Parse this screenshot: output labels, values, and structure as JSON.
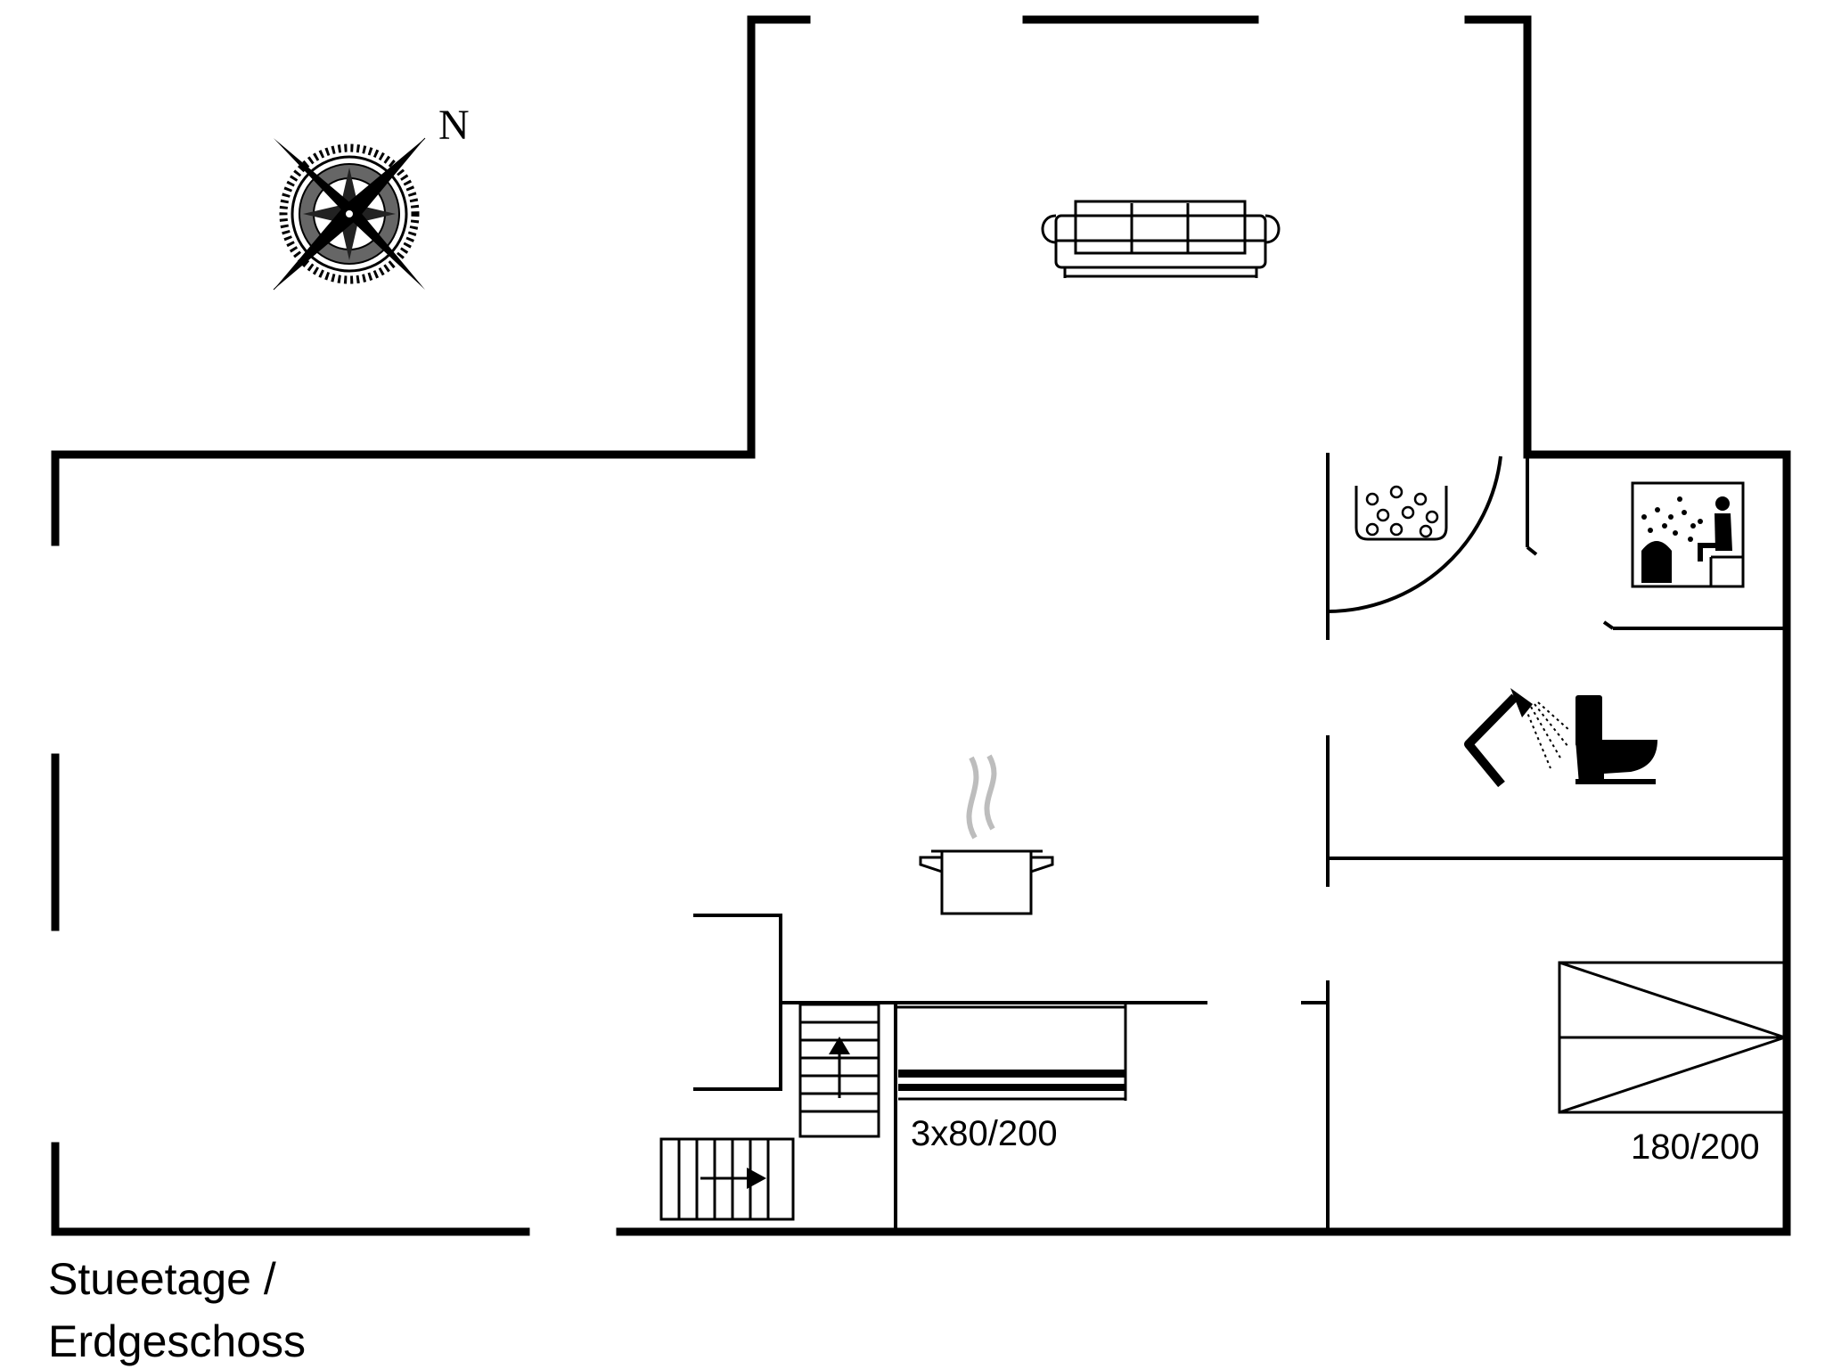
{
  "compass": {
    "north_label": "N",
    "icon": "compass-rose-icon"
  },
  "rooms": {
    "bunk_bed_label": "3x80/200",
    "double_bed_label": "180/200"
  },
  "floor": {
    "label_line1": "Stueetage /",
    "label_line2": "Erdgeschoss"
  },
  "icons": [
    "sofa-icon",
    "cooking-pot-icon",
    "whirlpool-icon",
    "sauna-icon",
    "shower-icon",
    "toilet-icon",
    "staircase-icon",
    "bed-icon"
  ],
  "colors": {
    "lines": "#000000",
    "background": "#ffffff",
    "steam": "#bdbdbd"
  }
}
